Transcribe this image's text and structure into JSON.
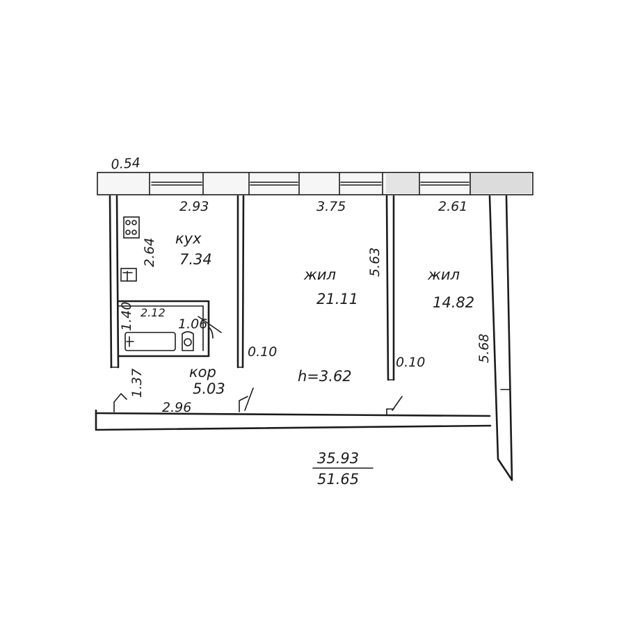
{
  "plan": {
    "outer_wall_thickness": "0.54",
    "ceiling_height": "h=3.62",
    "rooms": {
      "kitchen": {
        "name": "кух",
        "area": "7.34",
        "width": "2.93",
        "depth": "2.64"
      },
      "living_1": {
        "name": "жил",
        "area": "21.11",
        "width": "3.75",
        "depth": "5.63"
      },
      "living_2": {
        "name": "жил",
        "area": "14.82",
        "width": "2.61",
        "depth": "5.68"
      },
      "bathroom": {
        "width": "2.12",
        "depth": "1.40",
        "wc_width": "1.06"
      },
      "corridor": {
        "name": "кор",
        "area": "5.03",
        "length": "2.96",
        "width": "1.37"
      }
    },
    "partition_1": "0.10",
    "partition_2": "0.10",
    "totals": {
      "living_area": "35.93",
      "total_area": "51.65"
    }
  }
}
